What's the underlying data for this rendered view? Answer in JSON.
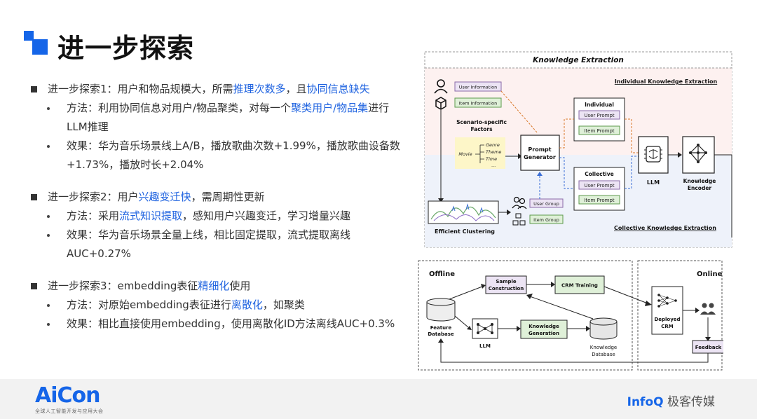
{
  "title": "进一步探索",
  "sections": [
    {
      "parts": [
        {
          "text": "进一步探索1：用户和物品规模大，所需"
        },
        {
          "text": "推理次数多",
          "hl": true
        },
        {
          "text": "，且"
        },
        {
          "text": "协同信息缺失",
          "hl": true
        }
      ],
      "subs": [
        {
          "parts": [
            {
              "text": "方法：利用协同信息对用户/物品聚类，对每一个"
            },
            {
              "text": "聚类用户/物品集",
              "hl": true
            },
            {
              "text": "进行LLM推理"
            }
          ]
        },
        {
          "parts": [
            {
              "text": "效果：华为音乐场景线上A/B，播放歌曲次数+1.99%，播放歌曲设备数+1.73%，播放时长+2.04%"
            }
          ]
        }
      ]
    },
    {
      "parts": [
        {
          "text": "进一步探索2：用户"
        },
        {
          "text": "兴趣变迁快",
          "hl": true
        },
        {
          "text": "，需周期性更新"
        }
      ],
      "subs": [
        {
          "parts": [
            {
              "text": "方法：采用"
            },
            {
              "text": "流式知识提取",
              "hl": true
            },
            {
              "text": "，感知用户兴趣变迁，学习增量兴趣"
            }
          ]
        },
        {
          "parts": [
            {
              "text": "效果：华为音乐场景全量上线，相比固定提取，流式提取离线AUC+0.27%"
            }
          ]
        }
      ]
    },
    {
      "parts": [
        {
          "text": "进一步探索3：embedding表征"
        },
        {
          "text": "精细化",
          "hl": true
        },
        {
          "text": "使用"
        }
      ],
      "subs": [
        {
          "parts": [
            {
              "text": "方法：对原始embedding表征进行"
            },
            {
              "text": "离散化",
              "hl": true
            },
            {
              "text": "，如聚类"
            }
          ]
        },
        {
          "parts": [
            {
              "text": "效果：相比直接使用embedding，使用离散化ID方法离线AUC+0.3%"
            }
          ]
        }
      ]
    }
  ],
  "diagram1": {
    "title": "Knowledge Extraction",
    "individual_label": "Individual Knowledge Extraction",
    "collective_label": "Collective Knowledge Extraction",
    "user_info": "User Information",
    "item_info": "Item Information",
    "scenario1": "Scenario-specific",
    "scenario2": "Factors",
    "movie": "Movie",
    "genre": "Genre",
    "theme": "Theme",
    "time": "Time",
    "ellipsis": "...",
    "prompt_gen1": "Prompt",
    "prompt_gen2": "Generator",
    "individual": "Individual",
    "collective": "Collective",
    "user_prompt": "User Prompt",
    "item_prompt": "Item Prompt",
    "llm": "LLM",
    "encoder1": "Knowledge",
    "encoder2": "Encoder",
    "user_group": "User Group",
    "item_group": "Item Group",
    "clustering": "Efficient Clustering"
  },
  "diagram2": {
    "offline": "Offline",
    "online": "Online",
    "sample1": "Sample",
    "sample2": "Construction",
    "crm_training": "CRM Training",
    "feature1": "Feature",
    "feature2": "Database",
    "llm": "LLM",
    "kg1": "Knowledge",
    "kg2": "Generation",
    "kdb1": "Knowledge",
    "kdb2": "Database",
    "deployed1": "Deployed",
    "deployed2": "CRM",
    "feedback": "Feedback"
  },
  "footer": {
    "brand": "AiCon",
    "brand_sub": "全球人工智能开发与应用大会",
    "infoq": "InfoQ",
    "infoq_cn": "极客传媒"
  },
  "colors": {
    "accent": "#1565e8",
    "highlight": "#1f63e0",
    "green_box": "#dff0d8",
    "purple_box": "#ece4f4"
  }
}
